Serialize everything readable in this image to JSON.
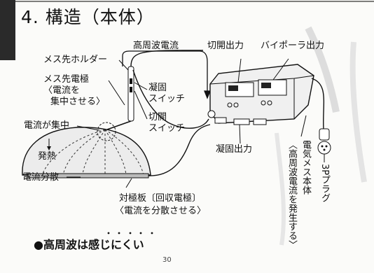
{
  "title": "4. 構造（本体）",
  "labels": {
    "tip_holder": "メス先ホルダー",
    "tip_electrode": "メス先電極",
    "tip_electrode_note1": "〈電流を",
    "tip_electrode_note2": "集中させる〉",
    "current_focus": "電流が集中",
    "heat": "発熱",
    "current_spread": "電流分散",
    "hf_current": "高周波電流",
    "coag_switch1": "凝固",
    "coag_switch2": "スイッチ",
    "cut_switch1": "切開",
    "cut_switch2": "スイッチ",
    "cut_output": "切開出力",
    "bipolar_output": "バイポーラ出力",
    "coag_output": "凝固出力",
    "plate1": "対極板〔回収電極〕",
    "plate2": "〈電流を分散させる〉",
    "main_body": "電気メス本体",
    "main_body_note": "〈高周波電流を発生する〉",
    "plug": "3Pプラグ"
  },
  "bottom_text": "●高周波は感じにくい",
  "page_number": "30"
}
